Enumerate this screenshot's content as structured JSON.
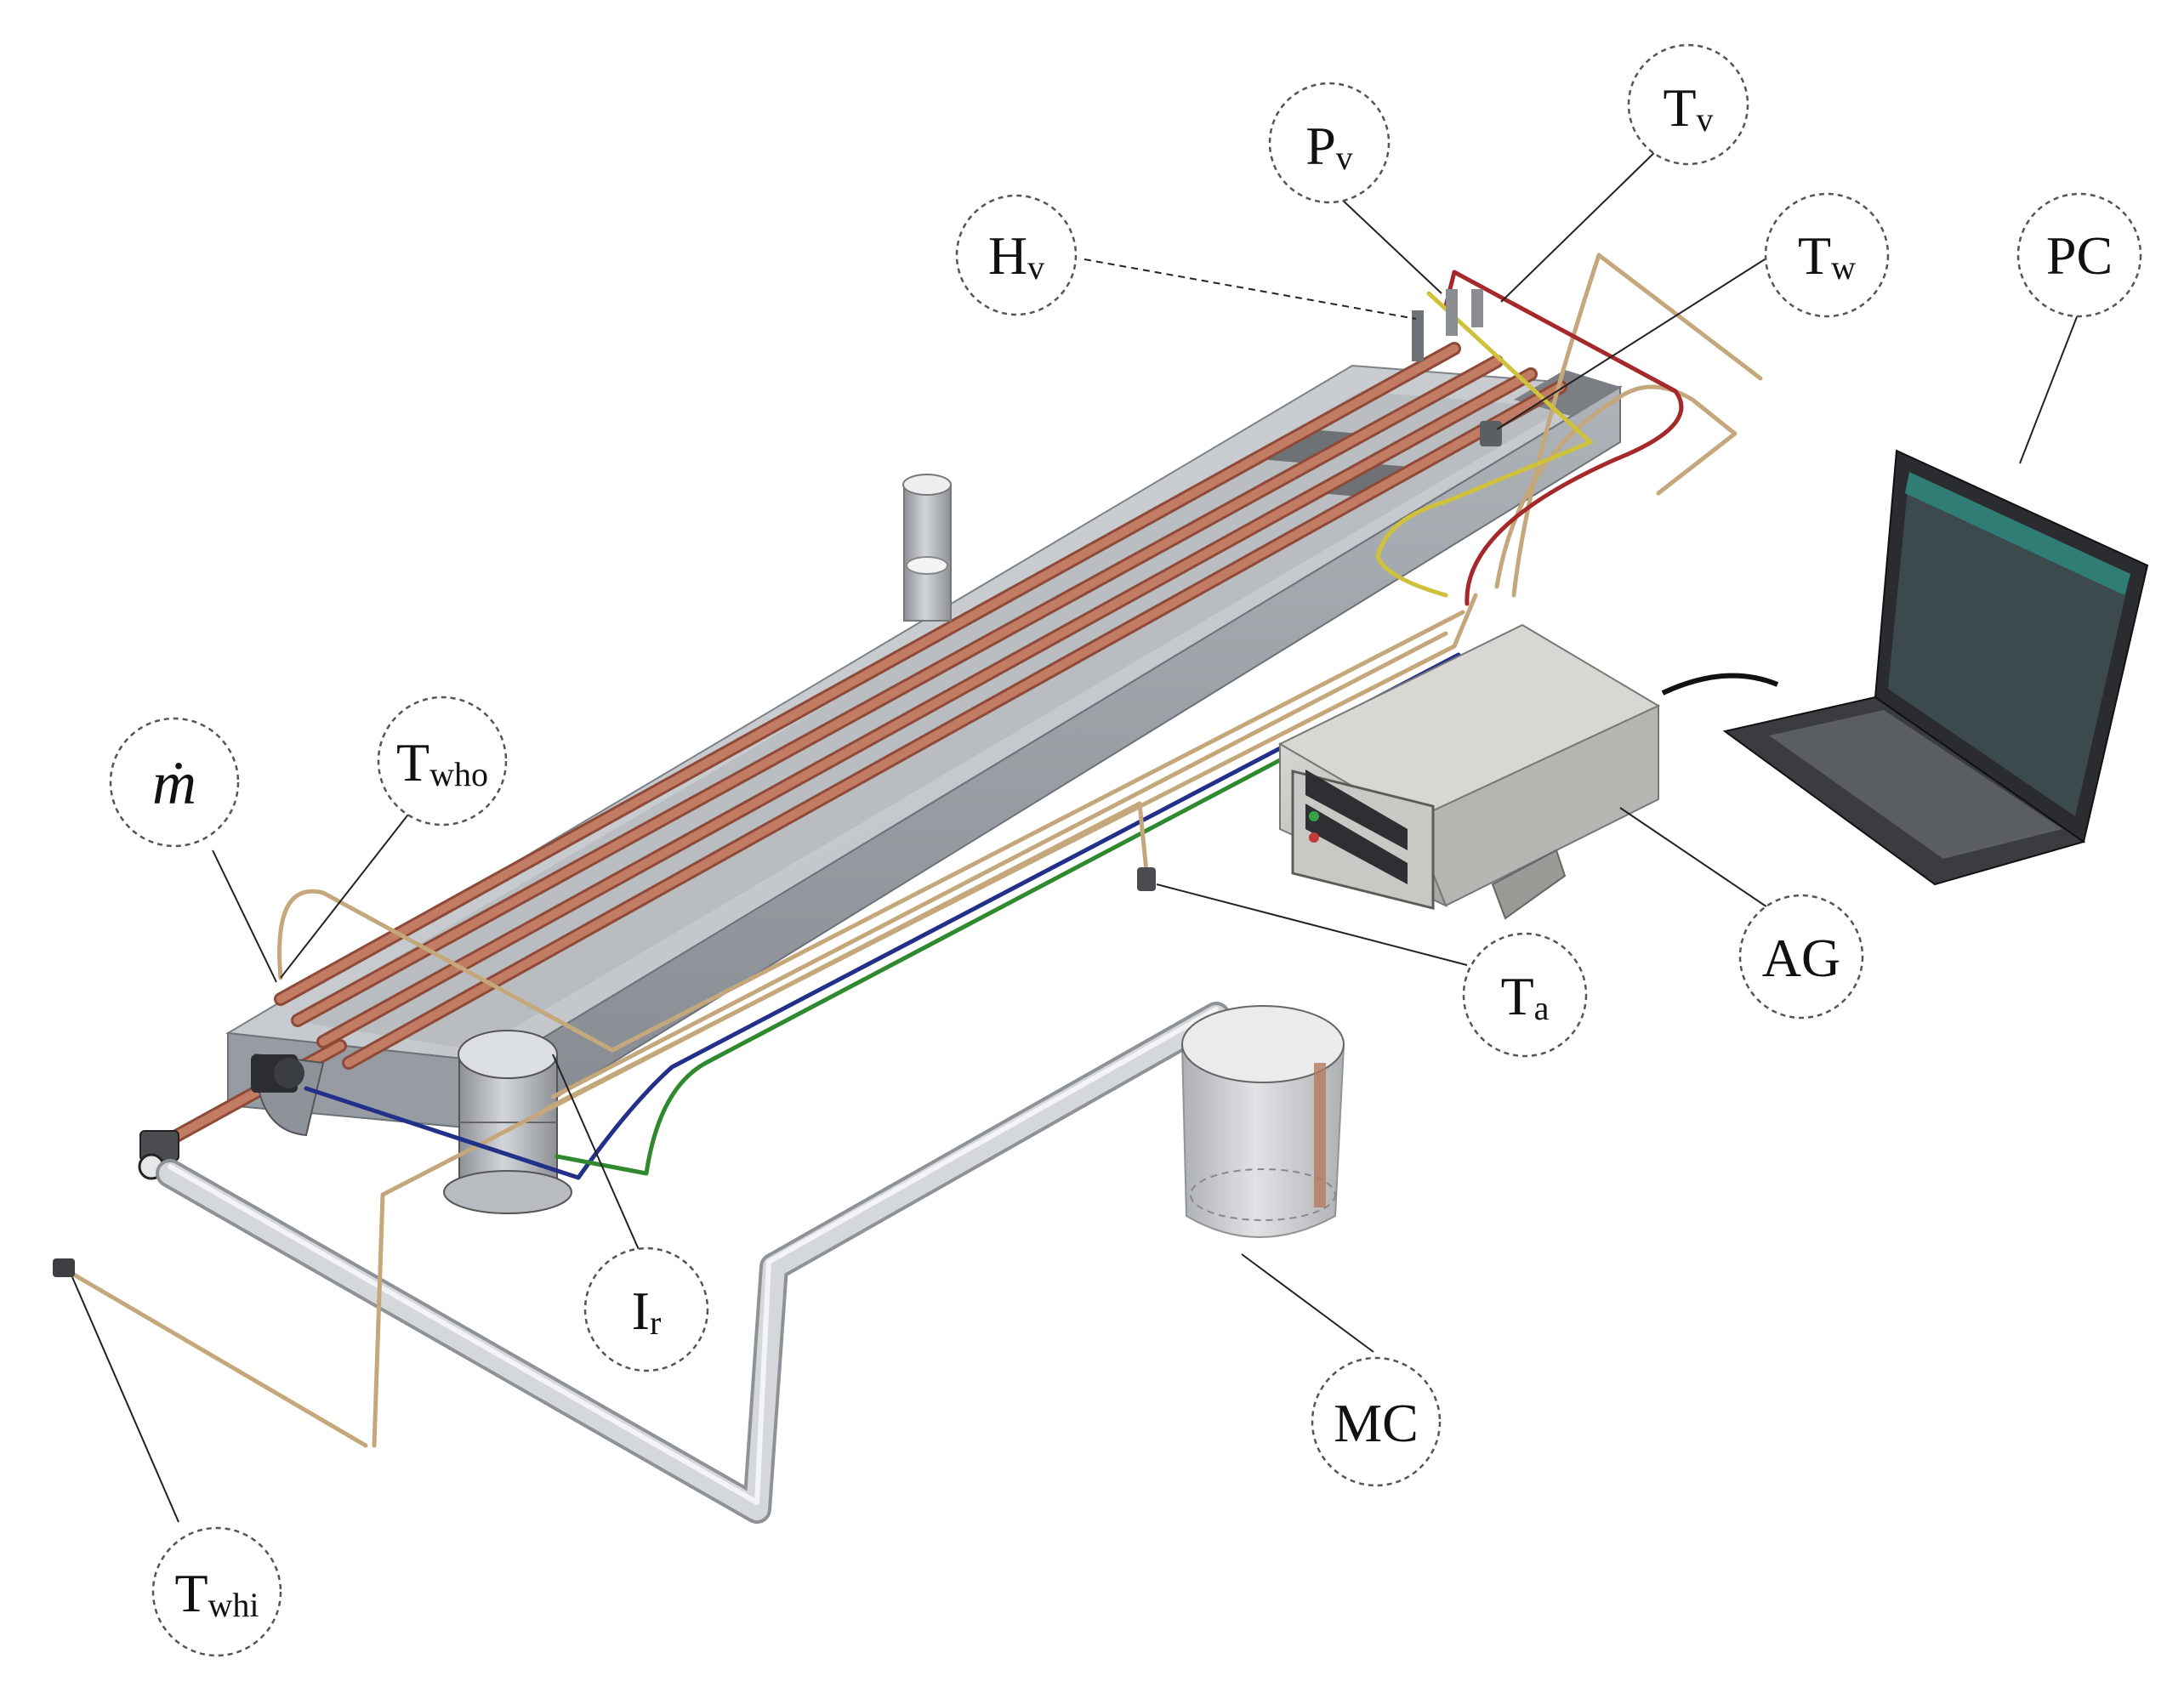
{
  "labels": {
    "pv": {
      "main": "P",
      "sub": "v"
    },
    "tv": {
      "main": "T",
      "sub": "v"
    },
    "hv": {
      "main": "H",
      "sub": "v"
    },
    "tw": {
      "main": "T",
      "sub": "w"
    },
    "pc": {
      "main": "PC",
      "sub": ""
    },
    "mdot": {
      "main": "ṁ",
      "sub": ""
    },
    "twho": {
      "main": "T",
      "sub": "who"
    },
    "ta": {
      "main": "T",
      "sub": "a"
    },
    "ag": {
      "main": "AG",
      "sub": ""
    },
    "ir": {
      "main": "I",
      "sub": "r"
    },
    "mc": {
      "main": "MC",
      "sub": ""
    },
    "twhi": {
      "main": "T",
      "sub": "whi"
    }
  },
  "colors": {
    "copper": "#b9705a",
    "copper_dark": "#8e4a38",
    "trough_top": "#c9ccd0",
    "trough_side": "#9ea3a8",
    "wire_tan": "#c4a77a",
    "wire_red": "#a5282a",
    "wire_yellow": "#cfc23a",
    "wire_blue": "#22308a",
    "wire_green": "#2f8a2f",
    "glass": "#cfd2d5"
  }
}
